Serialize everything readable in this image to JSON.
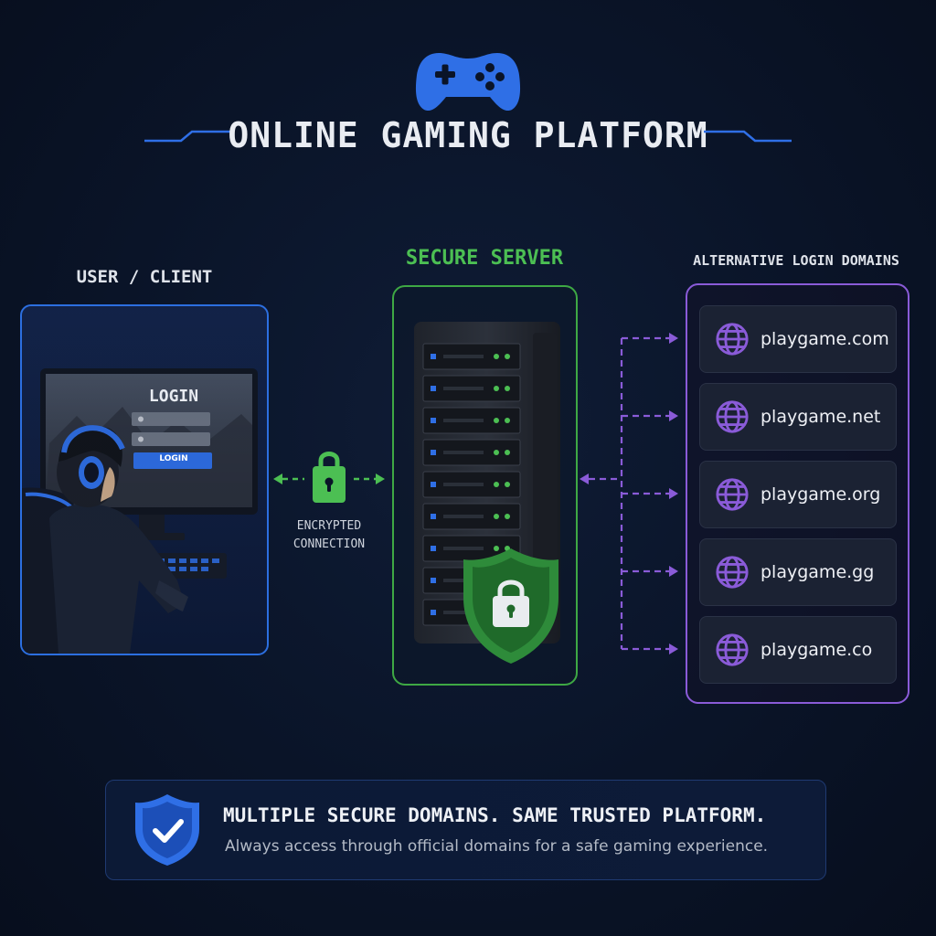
{
  "header": {
    "icon": "gamepad-icon",
    "title": "ONLINE GAMING PLATFORM"
  },
  "client": {
    "heading": "USER / CLIENT",
    "login_title": "LOGIN",
    "login_button": "LOGIN"
  },
  "connection": {
    "icon": "lock-icon",
    "label_line1": "ENCRYPTED",
    "label_line2": "CONNECTION"
  },
  "server": {
    "heading": "SECURE SERVER",
    "icon": "shield-lock-icon"
  },
  "domains": {
    "heading": "ALTERNATIVE LOGIN DOMAINS",
    "icon": "globe-icon",
    "items": [
      "playgame.com",
      "playgame.net",
      "playgame.org",
      "playgame.gg",
      "playgame.co"
    ]
  },
  "banner": {
    "icon": "shield-check-icon",
    "title": "MULTIPLE SECURE DOMAINS. SAME TRUSTED PLATFORM.",
    "subtitle": "Always access through official domains for a safe gaming experience."
  },
  "colors": {
    "accent_blue": "#2f6fe6",
    "secure_green": "#3ea844",
    "domain_purple": "#8a5bd8",
    "background": "#0a1428"
  }
}
